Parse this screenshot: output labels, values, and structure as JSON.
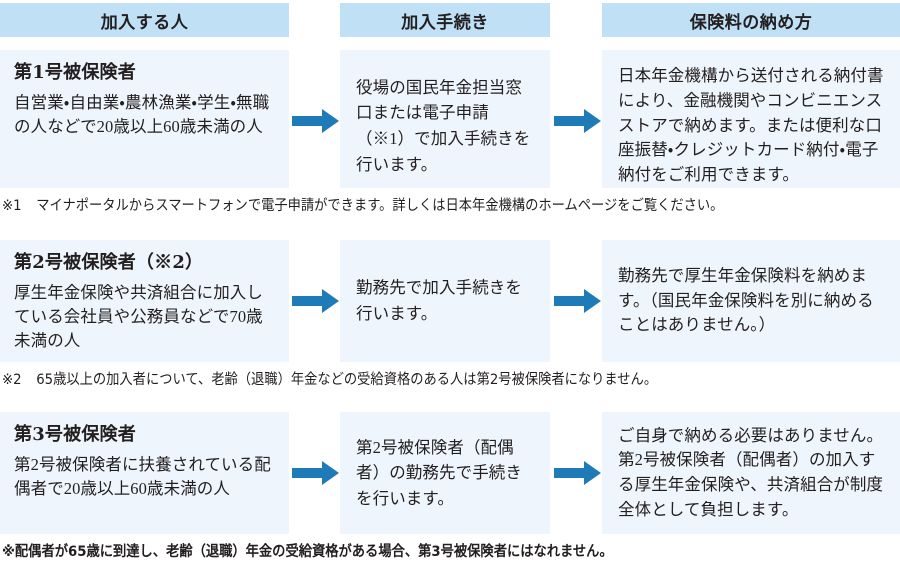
{
  "headers": [
    {
      "label": "加入する人"
    },
    {
      "label": "加入手続き"
    },
    {
      "label": "保険料の納め方"
    }
  ],
  "rows": [
    {
      "who_title": "第1号被保険者",
      "who_body": "自営業・自由業・農林漁業・学生・無職の人などで20歳以上60歳未満の人",
      "procedure": "役場の国民年金担当窓口または電子申請（※1）で加入手続きを行います。",
      "payment": "日本年金機構から送付される納付書により、金融機関やコンビニエンスストアで納めます。または便利な口座振替・クレジットカード納付・電子納付をご利用できます。"
    },
    {
      "who_title": "第2号被保険者（※2）",
      "who_body": "厚生年金保険や共済組合に加入している会社員や公務員などで70歳未満の人",
      "procedure": "勤務先で加入手続きを行います。",
      "payment": "勤務先で厚生年金保険料を納めます。（国民年金保険料を別に納めることはありません。）"
    },
    {
      "who_title": "第3号被保険者",
      "who_body": "第2号被保険者に扶養されている配偶者で20歳以上60歳未満の人",
      "procedure": "第2号被保険者（配偶者）の勤務先で手続きを行います。",
      "payment": "ご自身で納める必要はありません。第2号被保険者（配偶者）の加入する厚生年金保険や、共済組合が制度全体として負担します。"
    }
  ],
  "notes": [
    {
      "mark": "※1",
      "text": "マイナポータルからスマートフォンで電子申請ができます。詳しくは日本年金機構のホームページをご覧ください。"
    },
    {
      "mark": "※2",
      "text": "65歳以上の加入者について、老齢（退職）年金などの受給資格のある人は第2号被保険者になりません。"
    },
    {
      "mark": "※",
      "text": "配偶者が65歳に到達し、老齢（退職）年金の受給資格がある場合、第3号被保険者にはなれません。"
    }
  ],
  "colors": {
    "header_bar": "#bfe0f5",
    "cell_background": "#eff5fc",
    "arrow": "#1f7ab8",
    "text": "#231f20"
  }
}
